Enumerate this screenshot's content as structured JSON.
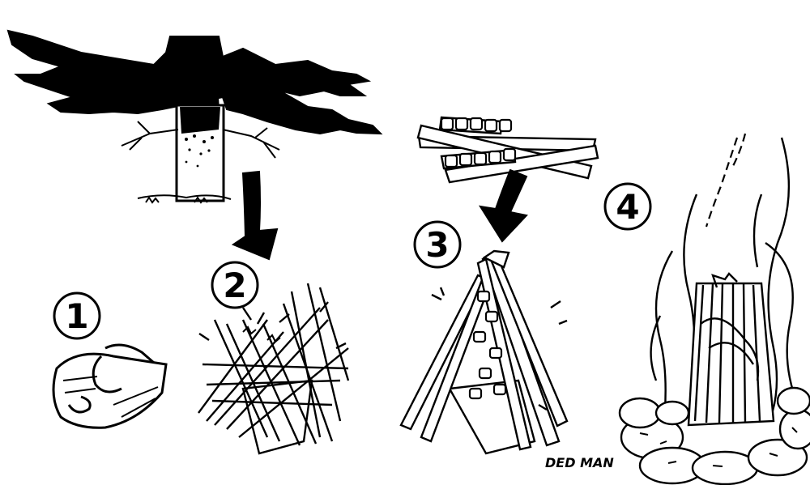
{
  "steps": [
    {
      "number": "1",
      "subject": "birch-bark-tinder"
    },
    {
      "number": "2",
      "subject": "twig-kindling-bundle"
    },
    {
      "number": "3",
      "subject": "teepee-of-split-sticks"
    },
    {
      "number": "4",
      "subject": "burning-campfire-in-stone-ring"
    }
  ],
  "signature": "DED MAN",
  "colors": {
    "ink": "#000000",
    "paper": "#ffffff"
  }
}
